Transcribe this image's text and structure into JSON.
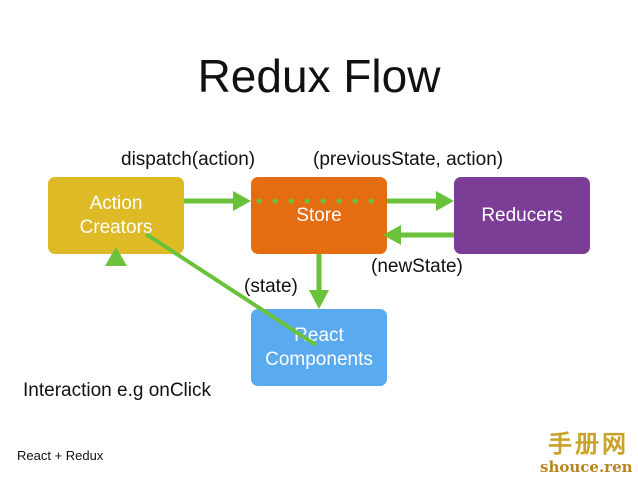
{
  "title": "Redux Flow",
  "nodes": {
    "action_creators": {
      "lines": [
        "Action",
        "Creators"
      ],
      "color": "#dfba27"
    },
    "store": {
      "lines": [
        "Store"
      ],
      "color": "#e46d12"
    },
    "reducers": {
      "lines": [
        "Reducers"
      ],
      "color": "#7c3d96"
    },
    "react_components": {
      "lines": [
        "React",
        "Components"
      ],
      "color": "#5aaaf0"
    }
  },
  "edge_labels": {
    "dispatch": "dispatch(action)",
    "previous_state": "(previousState, action)",
    "new_state": "(newState)",
    "state": "(state)",
    "interaction": "Interaction e.g onClick"
  },
  "arrow_color": "#6ac13a",
  "footer": "React + Redux",
  "watermark": {
    "cn": "手册网",
    "en": "shouce.ren"
  }
}
